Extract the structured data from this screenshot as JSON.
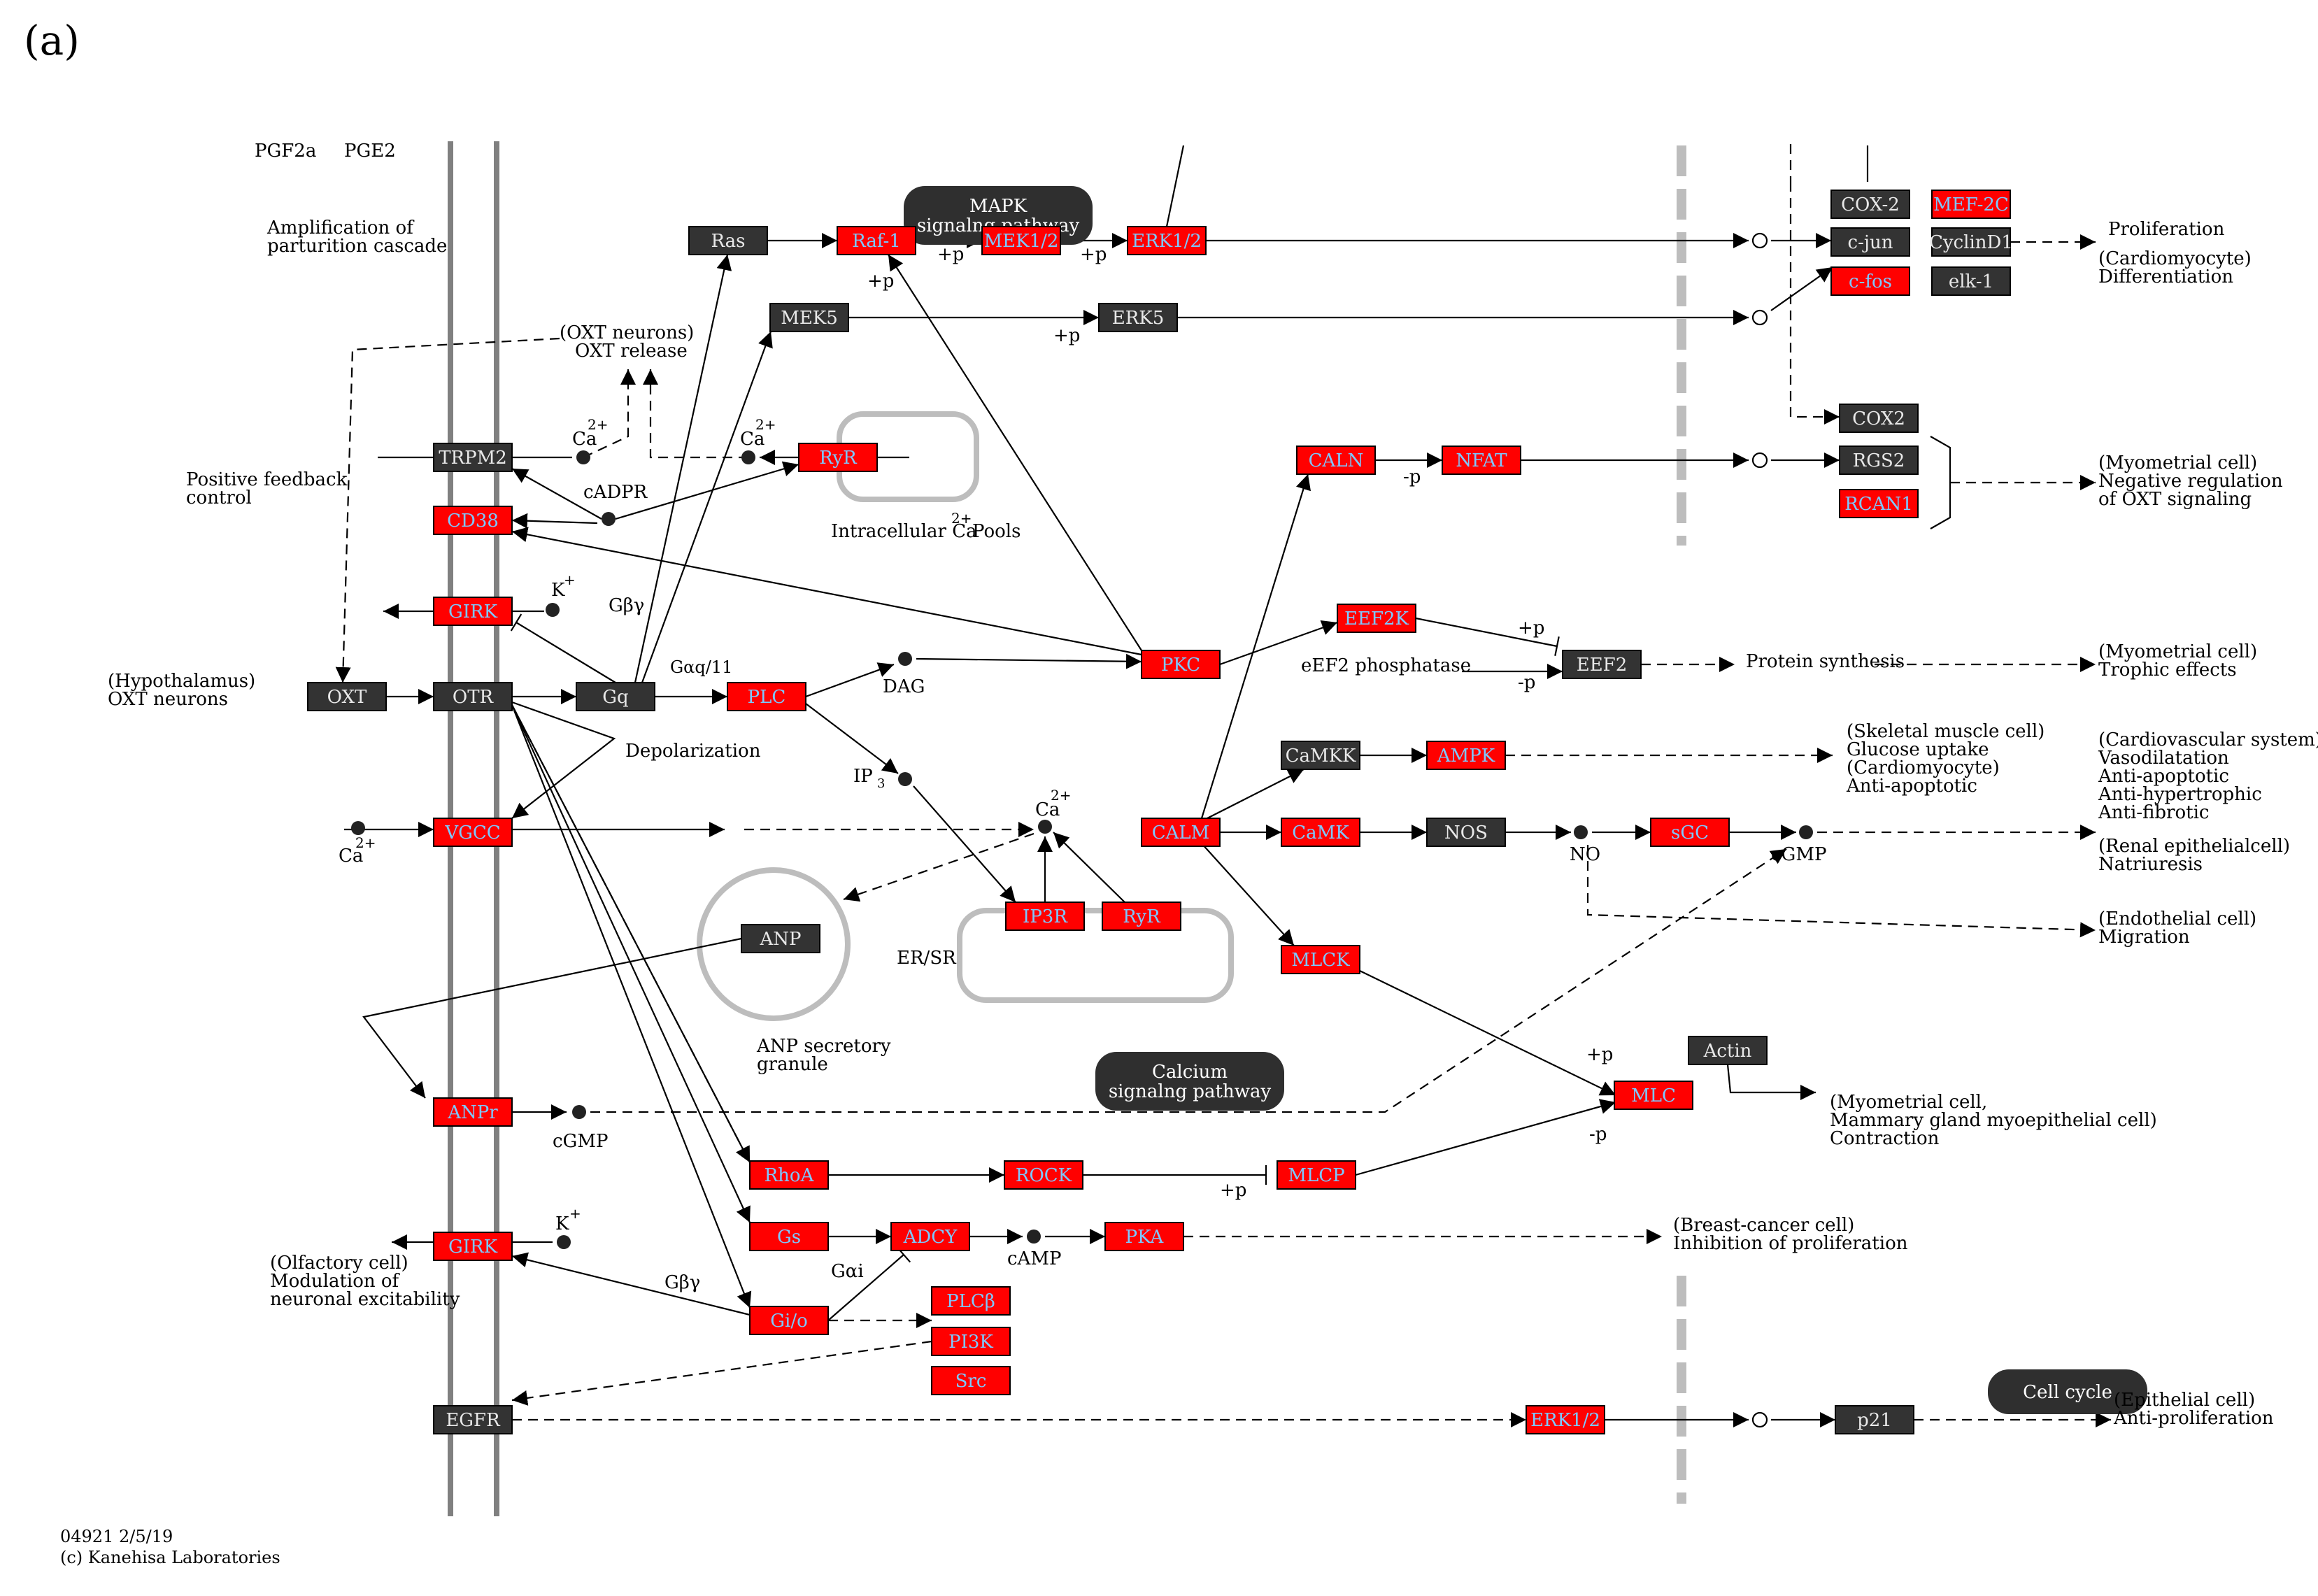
{
  "panel_label": "(a)",
  "footer": {
    "line1": "04921 2/5/19",
    "line2": "(c) Kanehisa Laboratories"
  },
  "colors": {
    "highlight": "#ff0000",
    "default_node": "#333333",
    "node_text": "#7ec8ff",
    "line": "#000000",
    "membrane": "#808080",
    "pool": "#bdbdbd",
    "pathway_box": "#2f2f2f",
    "pathway_text": "#ffffff"
  },
  "nodes": [
    {
      "id": "Ras",
      "label": "Ras",
      "hl": false
    },
    {
      "id": "Raf-1",
      "label": "Raf-1",
      "hl": true
    },
    {
      "id": "MEK1/2",
      "label": "MEK1/2",
      "hl": true
    },
    {
      "id": "ERK1/2a",
      "label": "ERK1/2",
      "hl": true
    },
    {
      "id": "MEK5",
      "label": "MEK5",
      "hl": false
    },
    {
      "id": "ERK5",
      "label": "ERK5",
      "hl": false
    },
    {
      "id": "COX-2",
      "label": "COX-2",
      "hl": false
    },
    {
      "id": "MEF-2C",
      "label": "MEF-2C",
      "hl": true
    },
    {
      "id": "c-jun",
      "label": "c-jun",
      "hl": false
    },
    {
      "id": "CyclinD1",
      "label": "CyclinD1",
      "hl": false
    },
    {
      "id": "c-fos",
      "label": "c-fos",
      "hl": true
    },
    {
      "id": "elk-1",
      "label": "elk-1",
      "hl": false
    },
    {
      "id": "COX2",
      "label": "COX2",
      "hl": false
    },
    {
      "id": "RGS2",
      "label": "RGS2",
      "hl": false
    },
    {
      "id": "RCAN1",
      "label": "RCAN1",
      "hl": true
    },
    {
      "id": "TRPM2",
      "label": "TRPM2",
      "hl": false
    },
    {
      "id": "RyR1",
      "label": "RyR",
      "hl": true
    },
    {
      "id": "CD38",
      "label": "CD38",
      "hl": true
    },
    {
      "id": "CALN",
      "label": "CALN",
      "hl": true
    },
    {
      "id": "NFAT",
      "label": "NFAT",
      "hl": true
    },
    {
      "id": "GIRK1",
      "label": "GIRK",
      "hl": true
    },
    {
      "id": "EEF2K",
      "label": "EEF2K",
      "hl": true
    },
    {
      "id": "EEF2",
      "label": "EEF2",
      "hl": false
    },
    {
      "id": "PKC",
      "label": "PKC",
      "hl": true
    },
    {
      "id": "OXT",
      "label": "OXT",
      "hl": false
    },
    {
      "id": "OTR",
      "label": "OTR",
      "hl": false
    },
    {
      "id": "Gq",
      "label": "Gq",
      "hl": false
    },
    {
      "id": "PLC",
      "label": "PLC",
      "hl": true
    },
    {
      "id": "CaMKK",
      "label": "CaMKK",
      "hl": false
    },
    {
      "id": "AMPK",
      "label": "AMPK",
      "hl": true
    },
    {
      "id": "VGCC",
      "label": "VGCC",
      "hl": true
    },
    {
      "id": "CALM",
      "label": "CALM",
      "hl": true
    },
    {
      "id": "CaMK",
      "label": "CaMK",
      "hl": true
    },
    {
      "id": "NOS",
      "label": "NOS",
      "hl": false
    },
    {
      "id": "sGC",
      "label": "sGC",
      "hl": true
    },
    {
      "id": "ANP",
      "label": "ANP",
      "hl": false
    },
    {
      "id": "IP3R",
      "label": "IP3R",
      "hl": true
    },
    {
      "id": "RyR2",
      "label": "RyR",
      "hl": true
    },
    {
      "id": "MLCK",
      "label": "MLCK",
      "hl": true
    },
    {
      "id": "Actin",
      "label": "Actin",
      "hl": false
    },
    {
      "id": "ANPr",
      "label": "ANPr",
      "hl": true
    },
    {
      "id": "MLC",
      "label": "MLC",
      "hl": true
    },
    {
      "id": "RhoA",
      "label": "RhoA",
      "hl": true
    },
    {
      "id": "ROCK",
      "label": "ROCK",
      "hl": true
    },
    {
      "id": "MLCP",
      "label": "MLCP",
      "hl": true
    },
    {
      "id": "GIRK2",
      "label": "GIRK",
      "hl": true
    },
    {
      "id": "Gs",
      "label": "Gs",
      "hl": true
    },
    {
      "id": "ADCY",
      "label": "ADCY",
      "hl": true
    },
    {
      "id": "PKA",
      "label": "PKA",
      "hl": true
    },
    {
      "id": "Gi/o",
      "label": "Gi/o",
      "hl": true
    },
    {
      "id": "PLCb",
      "label": "PLCβ",
      "hl": true
    },
    {
      "id": "PI3K",
      "label": "PI3K",
      "hl": true
    },
    {
      "id": "Src",
      "label": "Src",
      "hl": true
    },
    {
      "id": "EGFR",
      "label": "EGFR",
      "hl": false
    },
    {
      "id": "ERK1/2b",
      "label": "ERK1/2",
      "hl": true
    },
    {
      "id": "p21",
      "label": "p21",
      "hl": false
    }
  ],
  "pathways": [
    {
      "id": "mapk",
      "lines": [
        "MAPK",
        "signalng pathway"
      ]
    },
    {
      "id": "calcium",
      "lines": [
        "Calcium",
        "signalng pathway"
      ]
    },
    {
      "id": "cellcycle",
      "lines": [
        "Cell cycle"
      ]
    }
  ],
  "labels": [
    {
      "id": "pgf2a",
      "text": "PGF2a"
    },
    {
      "id": "pge2",
      "text": "PGE2"
    },
    {
      "id": "amp1",
      "text": "Amplification of"
    },
    {
      "id": "amp2",
      "text": "parturition cascade"
    },
    {
      "id": "oxtn1",
      "text": "(OXT neurons)"
    },
    {
      "id": "oxtn2",
      "text": "OXT release"
    },
    {
      "id": "pf1",
      "text": "Positive feedback"
    },
    {
      "id": "pf2",
      "text": "control"
    },
    {
      "id": "ca1",
      "text": "Ca"
    },
    {
      "id": "ca1s",
      "text": "2+"
    },
    {
      "id": "ca2",
      "text": "Ca"
    },
    {
      "id": "ca2s",
      "text": "2+"
    },
    {
      "id": "cadpr",
      "text": "cADPR"
    },
    {
      "id": "icp",
      "text": "Intracellular Ca"
    },
    {
      "id": "icps",
      "text": "2+"
    },
    {
      "id": "icp2",
      "text": "Pools"
    },
    {
      "id": "k1",
      "text": "K"
    },
    {
      "id": "k1s",
      "text": "+"
    },
    {
      "id": "gby1",
      "text": "Gβγ"
    },
    {
      "id": "hypo1",
      "text": "(Hypothalamus)"
    },
    {
      "id": "hypo2",
      "text": "OXT neurons"
    },
    {
      "id": "gaq",
      "text": "Gαq/11"
    },
    {
      "id": "dag",
      "text": "DAG"
    },
    {
      "id": "depol",
      "text": "Depolarization"
    },
    {
      "id": "ip3",
      "text": "IP"
    },
    {
      "id": "ip3s",
      "text": "3"
    },
    {
      "id": "ca3",
      "text": "Ca"
    },
    {
      "id": "ca3s",
      "text": "2+"
    },
    {
      "id": "ca4",
      "text": "Ca"
    },
    {
      "id": "ca4s",
      "text": "2+"
    },
    {
      "id": "ersr",
      "text": "ER/SR"
    },
    {
      "id": "anpsg1",
      "text": "ANP secretory"
    },
    {
      "id": "anpsg2",
      "text": "granule"
    },
    {
      "id": "cgmp1",
      "text": "cGMP"
    },
    {
      "id": "cgmp2",
      "text": "cGMP"
    },
    {
      "id": "no",
      "text": "NO"
    },
    {
      "id": "k2",
      "text": "K"
    },
    {
      "id": "k2s",
      "text": "+"
    },
    {
      "id": "olf1",
      "text": "(Olfactory cell)"
    },
    {
      "id": "olf2",
      "text": "Modulation of"
    },
    {
      "id": "olf3",
      "text": "neuronal excitability"
    },
    {
      "id": "gby2",
      "text": "Gβγ"
    },
    {
      "id": "gai",
      "text": "Gαi"
    },
    {
      "id": "camp",
      "text": "cAMP"
    },
    {
      "id": "eef2p",
      "text": "eEF2 phosphatase"
    },
    {
      "id": "p1",
      "text": "+p"
    },
    {
      "id": "p2",
      "text": "+p"
    },
    {
      "id": "p3",
      "text": "+p"
    },
    {
      "id": "p4",
      "text": "+p"
    },
    {
      "id": "p5",
      "text": "-p"
    },
    {
      "id": "p6",
      "text": "+p"
    },
    {
      "id": "p7",
      "text": "-p"
    },
    {
      "id": "p8",
      "text": "+p"
    },
    {
      "id": "p9",
      "text": "-p"
    },
    {
      "id": "p10",
      "text": "+p"
    },
    {
      "id": "prolif",
      "text": "Proliferation"
    },
    {
      "id": "cardio1",
      "text": "(Cardiomyocyte)"
    },
    {
      "id": "cardio2",
      "text": "Differentiation"
    },
    {
      "id": "myo1",
      "text": "(Myometrial cell)"
    },
    {
      "id": "myo2",
      "text": "Negative regulation"
    },
    {
      "id": "myo3",
      "text": "of OXT signaling"
    },
    {
      "id": "protsyn",
      "text": "Protein synthesis"
    },
    {
      "id": "troph1",
      "text": "(Myometrial cell)"
    },
    {
      "id": "troph2",
      "text": "Trophic effects"
    },
    {
      "id": "skel1",
      "text": "(Skeletal muscle cell)"
    },
    {
      "id": "skel2",
      "text": "Glucose uptake"
    },
    {
      "id": "skel3",
      "text": "(Cardiomyocyte)"
    },
    {
      "id": "skel4",
      "text": "Anti-apoptotic"
    },
    {
      "id": "cv1",
      "text": "(Cardiovascular system)"
    },
    {
      "id": "cv2",
      "text": "Vasodilatation"
    },
    {
      "id": "cv3",
      "text": "Anti-apoptotic"
    },
    {
      "id": "cv4",
      "text": "Anti-hypertrophic"
    },
    {
      "id": "cv5",
      "text": "Anti-fibrotic"
    },
    {
      "id": "ren1",
      "text": "(Renal epithelialcell)"
    },
    {
      "id": "ren2",
      "text": "Natriuresis"
    },
    {
      "id": "endo1",
      "text": "(Endothelial cell)"
    },
    {
      "id": "endo2",
      "text": "Migration"
    },
    {
      "id": "contr1",
      "text": "(Myometrial cell,"
    },
    {
      "id": "contr2",
      "text": "Mammary gland myoepithelial cell)"
    },
    {
      "id": "contr3",
      "text": "Contraction"
    },
    {
      "id": "breast1",
      "text": "(Breast-cancer cell)"
    },
    {
      "id": "breast2",
      "text": "Inhibition of proliferation"
    },
    {
      "id": "epi1",
      "text": "(Epithelial cell)"
    },
    {
      "id": "epi2",
      "text": "Anti-proliferation"
    }
  ]
}
